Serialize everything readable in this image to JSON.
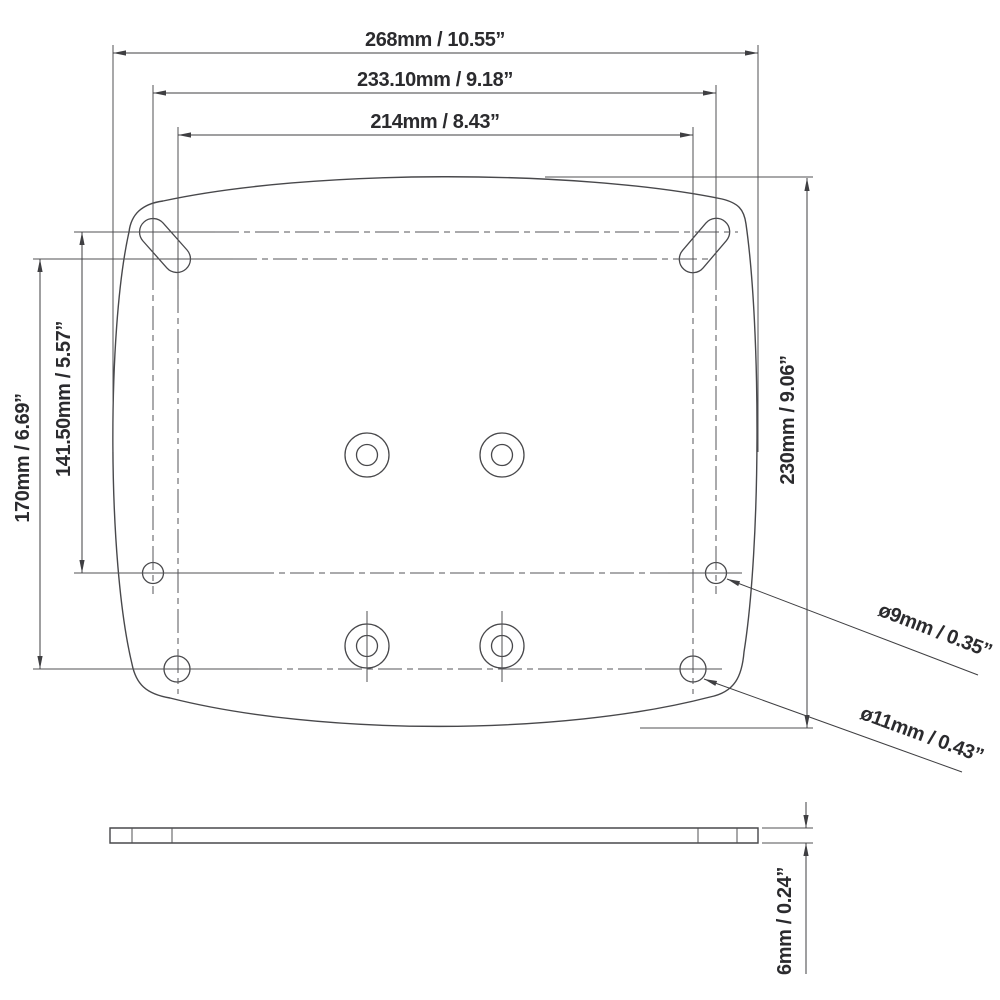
{
  "drawing": {
    "type": "technical-dimension-drawing",
    "subject": "mounting-plate",
    "background_color": "#ffffff",
    "line_color": "#48484b",
    "text_color": "#2b2b2e",
    "dimensions": {
      "outer_width": "268mm / 10.55”",
      "upper_hole_span_width": "233.10mm / 9.18”",
      "lower_hole_span_width": "214mm / 8.43”",
      "left_outer_height": "170mm / 6.69”",
      "left_inner_height": "141.50mm / 5.57”",
      "right_outer_height": "230mm / 9.06”",
      "small_hole_diameter": "ø9mm / 0.35”",
      "large_hole_diameter": "ø11mm / 0.43”",
      "plate_thickness": "6mm / 0.24”"
    }
  }
}
